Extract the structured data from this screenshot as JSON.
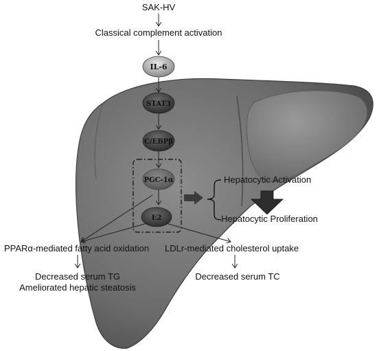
{
  "top_label": "SAK-HV",
  "step_label": "Classical complement activation",
  "nodes": [
    {
      "id": "il6",
      "label": "IL-6"
    },
    {
      "id": "stat3",
      "label": "STAT3"
    },
    {
      "id": "cebp",
      "label": "C/EBPβ"
    },
    {
      "id": "pgc",
      "label": "PGC-1α"
    },
    {
      "id": "e2",
      "label": "E2"
    }
  ],
  "hepato": {
    "activation": "Hepatocytic Activation",
    "proliferation": "Hepatocytic Proliferation"
  },
  "left_pathway": {
    "label": "PPARα-mediated fatty acid oxidation",
    "outcome_1": "Decreased serum TG",
    "outcome_2": "Ameliorated hepatic steatosis"
  },
  "right_pathway": {
    "label": "LDLr-mediated cholesterol uptake",
    "outcome": "Decreased serum TC"
  },
  "colors": {
    "liver": "#6d6d6d",
    "liver_light": "#888888",
    "node_light": "#b8b8b8",
    "node_dark": "#3c3c3c"
  }
}
